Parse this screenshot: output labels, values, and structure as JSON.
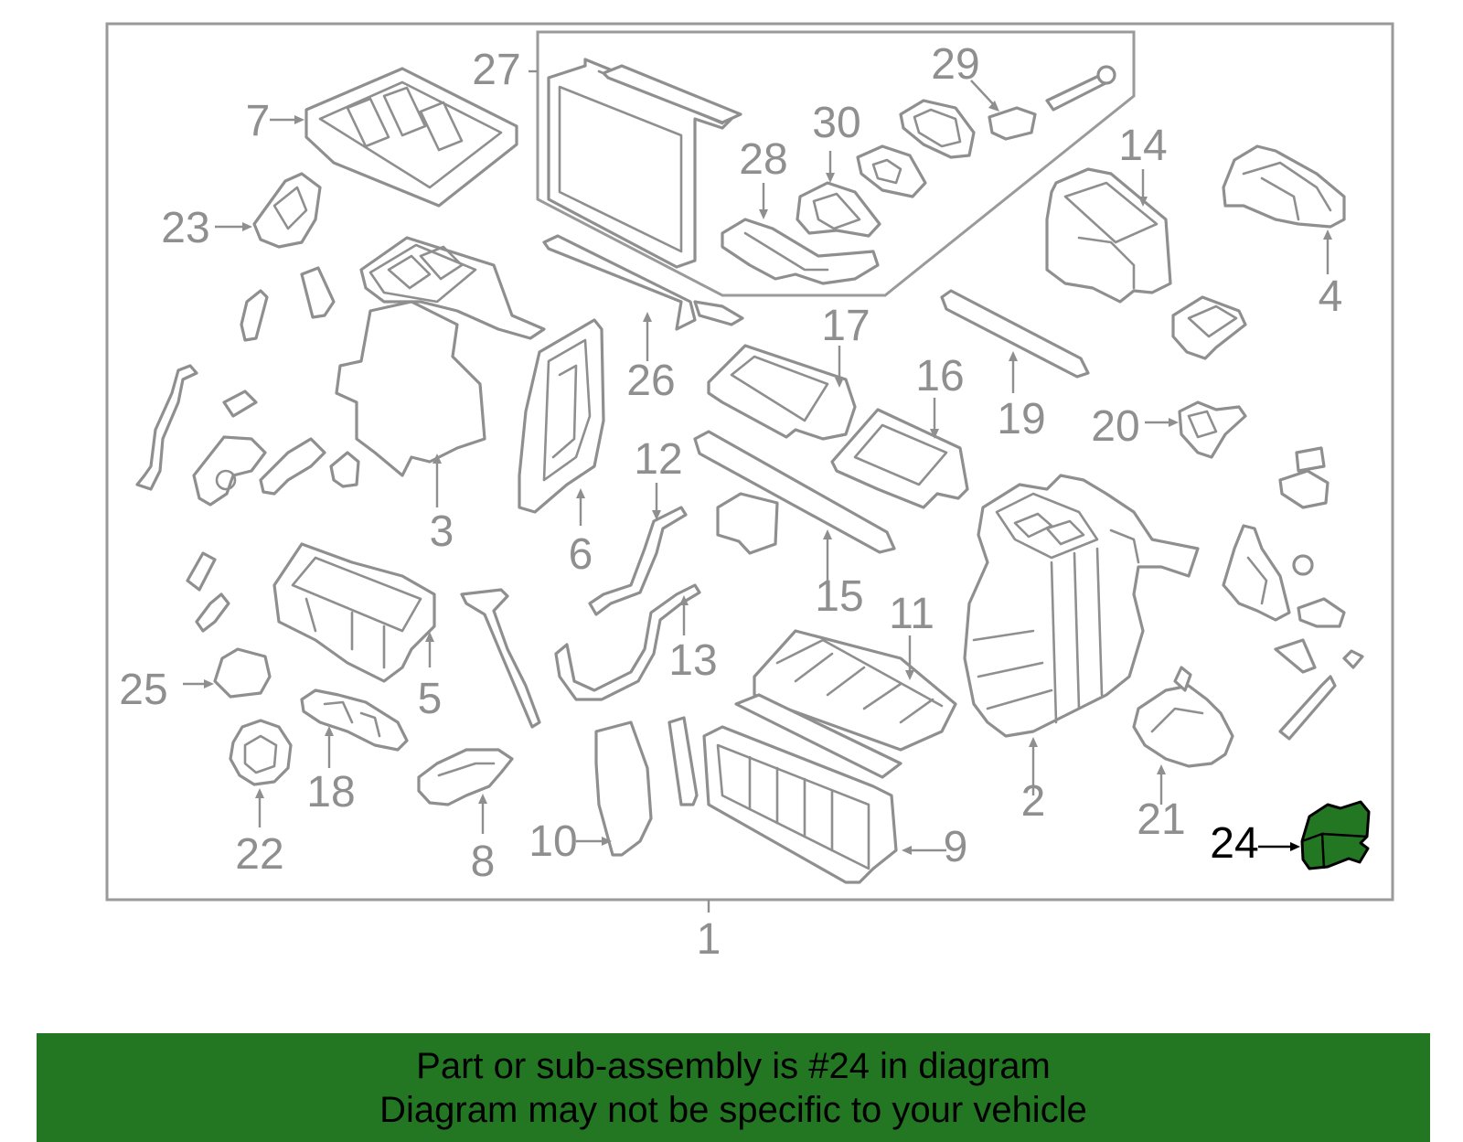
{
  "callouts": {
    "c1": "1",
    "c2": "2",
    "c3": "3",
    "c4": "4",
    "c5": "5",
    "c6": "6",
    "c7": "7",
    "c8": "8",
    "c9": "9",
    "c10": "10",
    "c11": "11",
    "c12": "12",
    "c13": "13",
    "c14": "14",
    "c15": "15",
    "c16": "16",
    "c17": "17",
    "c18": "18",
    "c19": "19",
    "c20": "20",
    "c21": "21",
    "c22": "22",
    "c23": "23",
    "c24": "24",
    "c25": "25",
    "c26": "26",
    "c27": "27",
    "c28": "28",
    "c29": "29",
    "c30": "30"
  },
  "highlight": {
    "part_number": "24",
    "color": "#237723"
  },
  "colors": {
    "line": "#8f8f8f",
    "banner": "#237723",
    "text_highlight": "#000000"
  },
  "banner": {
    "line1": "Part or sub-assembly is #24 in diagram",
    "line2": "Diagram may not be specific to your vehicle"
  }
}
